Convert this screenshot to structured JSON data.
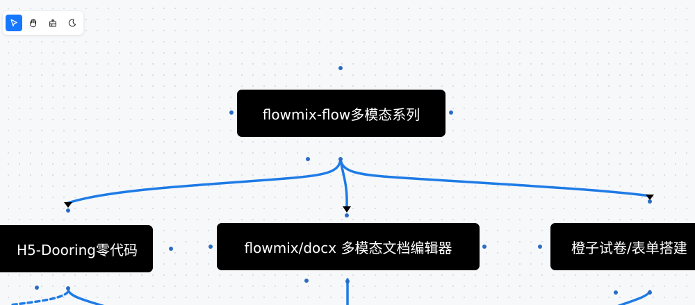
{
  "toolbar": {
    "tools": [
      {
        "name": "select-tool",
        "icon": "cursor-arrow-icon",
        "active": true
      },
      {
        "name": "hand-tool",
        "icon": "hand-icon",
        "active": false
      },
      {
        "name": "frame-tool",
        "icon": "frame-icon",
        "active": false
      },
      {
        "name": "theme-toggle",
        "icon": "moon-icon",
        "active": false
      }
    ]
  },
  "nodes": {
    "root": {
      "label": "flowmix-flow多模态系列"
    },
    "h5": {
      "label": "H5-Dooring零代码"
    },
    "docx": {
      "label": "flowmix/docx 多模态文档编辑器"
    },
    "orange": {
      "label": "橙子试卷/表单搭建"
    }
  },
  "colors": {
    "edge": "#1e7be6",
    "handle": "#2a6cc4",
    "node_bg": "#000000",
    "node_text": "#ffffff",
    "accent": "#1677ff"
  }
}
